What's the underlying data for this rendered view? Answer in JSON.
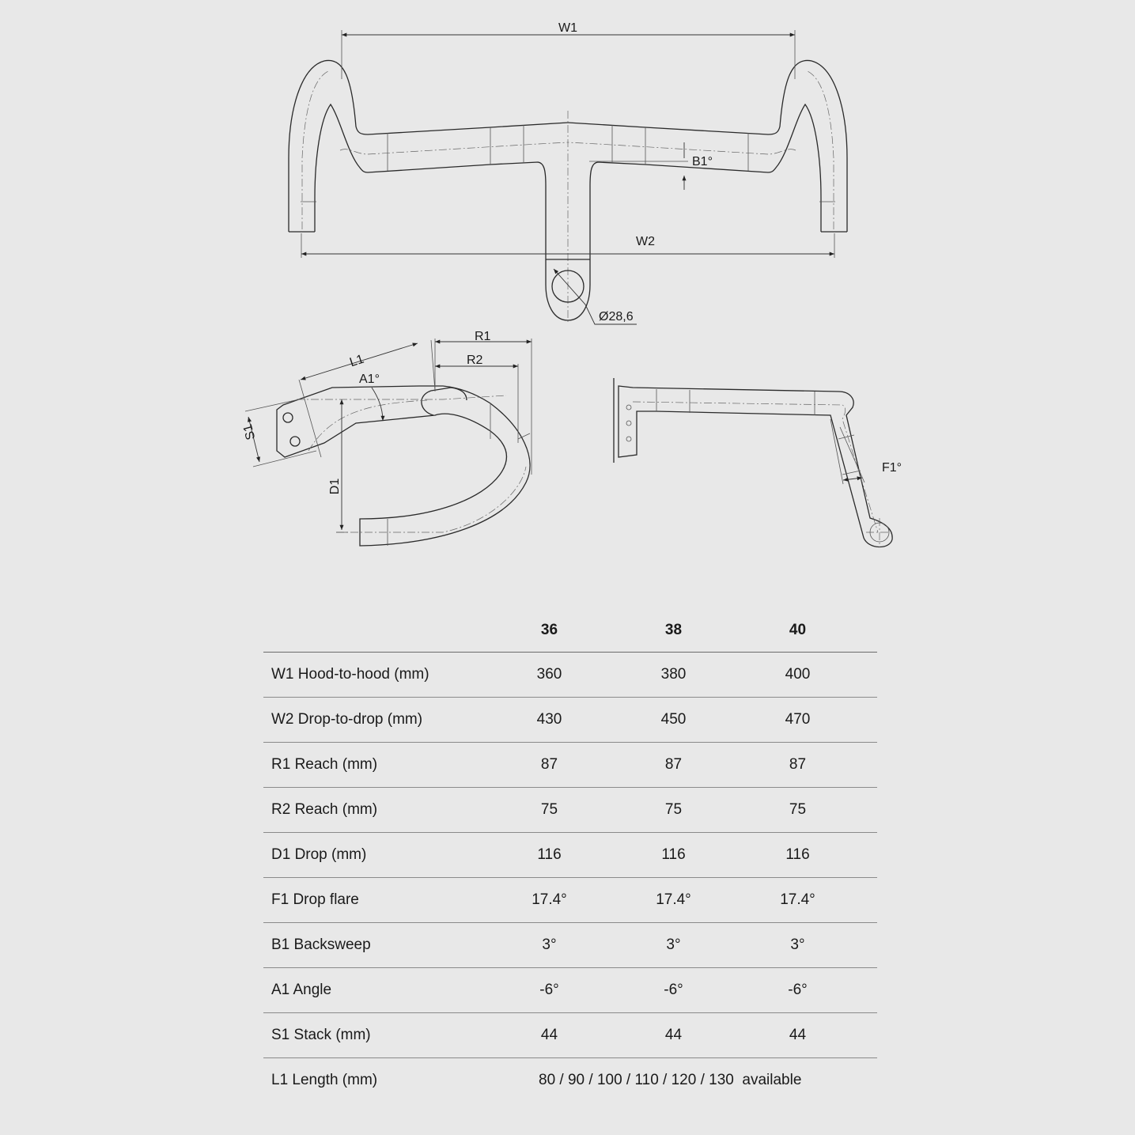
{
  "diagram_labels": {
    "w1": "W1",
    "w2": "W2",
    "b1": "B1°",
    "clamp": "Ø28,6",
    "r1": "R1",
    "r2": "R2",
    "l1": "L1",
    "a1": "A1°",
    "s1": "S1",
    "d1": "D1",
    "f1": "F1°"
  },
  "table": {
    "columns": [
      "36",
      "38",
      "40"
    ],
    "rows": [
      {
        "label": "W1 Hood-to-hood (mm)",
        "values": [
          "360",
          "380",
          "400"
        ]
      },
      {
        "label": "W2 Drop-to-drop (mm)",
        "values": [
          "430",
          "450",
          "470"
        ]
      },
      {
        "label": "R1 Reach (mm)",
        "values": [
          "87",
          "87",
          "87"
        ]
      },
      {
        "label": "R2 Reach (mm)",
        "values": [
          "75",
          "75",
          "75"
        ]
      },
      {
        "label": "D1 Drop (mm)",
        "values": [
          "116",
          "116",
          "116"
        ]
      },
      {
        "label": "F1 Drop flare",
        "values": [
          "17.4°",
          "17.4°",
          "17.4°"
        ]
      },
      {
        "label": "B1 Backsweep",
        "values": [
          "3°",
          "3°",
          "3°"
        ]
      },
      {
        "label": "A1 Angle",
        "values": [
          "-6°",
          "-6°",
          "-6°"
        ]
      },
      {
        "label": "S1 Stack (mm)",
        "values": [
          "44",
          "44",
          "44"
        ]
      }
    ],
    "last_row": {
      "label": "L1 Length (mm)",
      "value": "80 / 90 / 100 / 110 / 120 / 130  available"
    }
  }
}
